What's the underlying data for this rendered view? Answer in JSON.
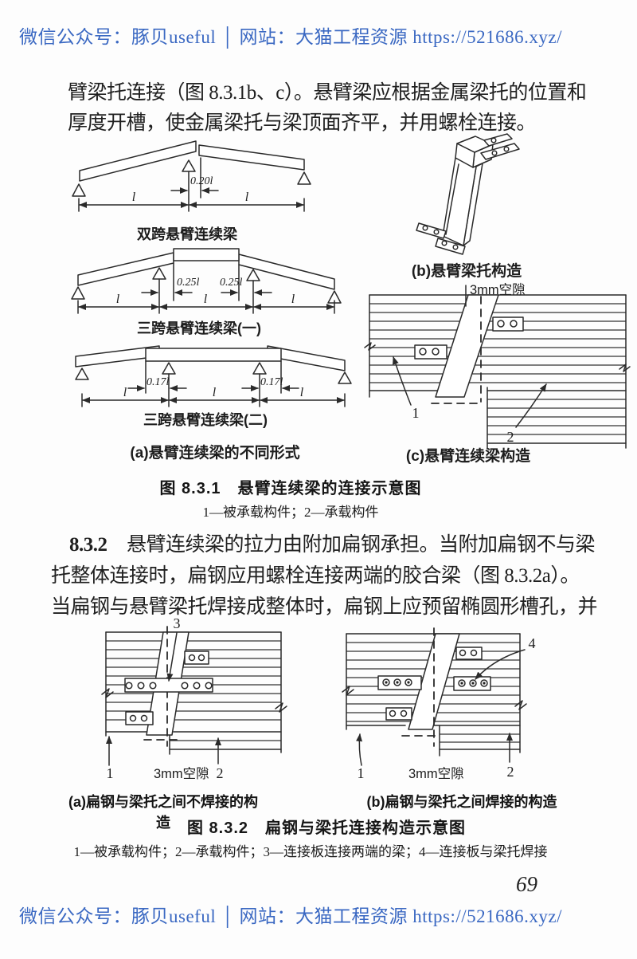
{
  "colors": {
    "watermark_blue": "#3a68c2",
    "ink": "#1f1f1f"
  },
  "watermark": {
    "text": "微信公众号：豚贝useful │ 网站：大猫工程资源 https://521686.xyz/"
  },
  "paragraph_top": {
    "line1": "臂梁托连接（图 8.3.1b、c）。悬臂梁应根据金属梁托的位置和",
    "line2": "厚度开槽，使金属梁托与梁顶面齐平，并用螺栓连接。"
  },
  "figure_831": {
    "span_label": "l",
    "diagram_two_span": {
      "label": "双跨悬臂连续梁",
      "dim_small": "0.20l"
    },
    "diagram_three_span_1": {
      "label": "三跨悬臂连续梁(一)",
      "dim_small": "0.25l"
    },
    "diagram_three_span_2": {
      "label": "三跨悬臂连续梁(二)",
      "dim_small": "0.17l"
    },
    "caption_a": "(a)悬臂连续梁的不同形式",
    "caption_b": "(b)悬臂梁托构造",
    "caption_c": "(c)悬臂连续梁构造",
    "gap_label": "3mm空隙",
    "part_1": "1",
    "part_2": "2",
    "title": "图 8.3.1　悬臂连续梁的连接示意图",
    "legend": "1—被承载构件；2—承载构件"
  },
  "paragraph_832": {
    "number": "8.3.2",
    "line1_rest": "　悬臂连续梁的拉力由附加扁钢承担。当附加扁钢不与梁",
    "line2": "托整体连接时，扁钢应用螺栓连接两端的胶合梁（图 8.3.2a）。",
    "line3": "当扁钢与悬臂梁托焊接成整体时，扁钢上应预留椭圆形槽孔，并"
  },
  "figure_832": {
    "caption_a": "(a)扁钢与梁托之间不焊接的构造",
    "caption_b": "(b)扁钢与梁托之间焊接的构造",
    "gap_label": "3mm空隙",
    "part_1": "1",
    "part_2": "2",
    "part_3": "3",
    "part_4": "4",
    "title": "图 8.3.2　扁钢与梁托连接构造示意图",
    "legend": "1—被承载构件；2—承载构件；3—连接板连接两端的梁；4—连接板与梁托焊接"
  },
  "page_number": "69"
}
